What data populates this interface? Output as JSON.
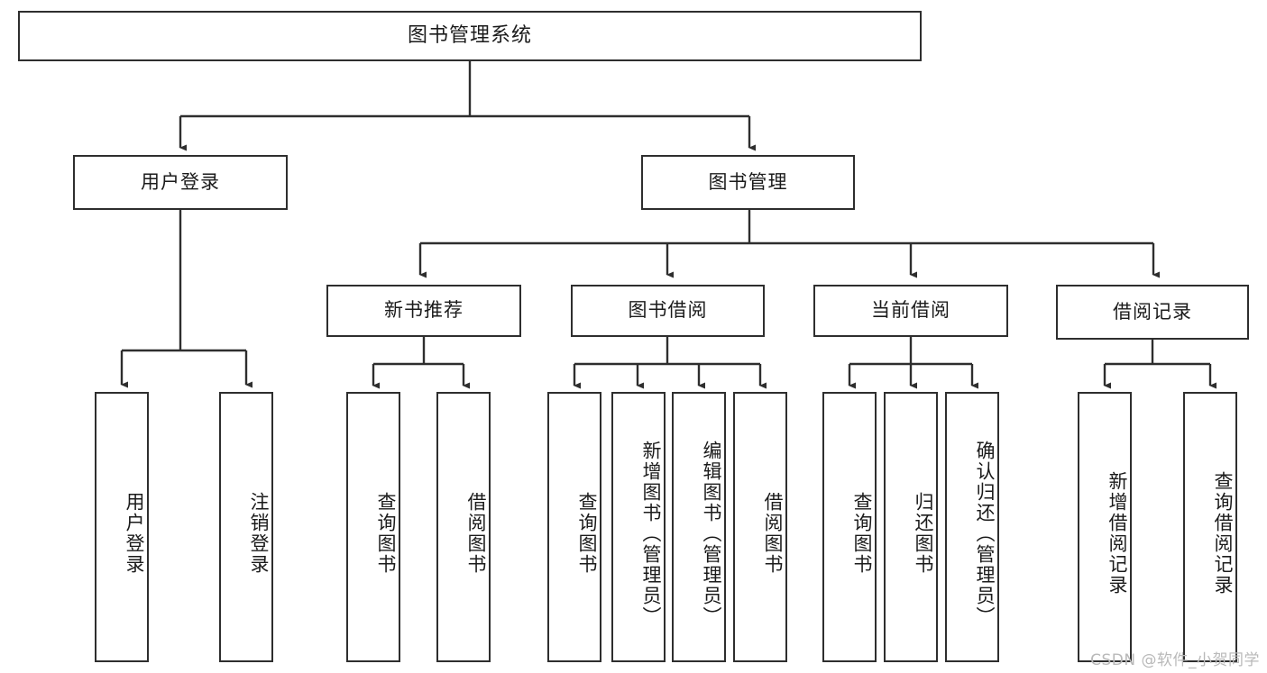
{
  "diagram": {
    "type": "tree-hierarchy",
    "title": "图书管理系统",
    "colors": {
      "stroke": "#2e2e2e",
      "fill": "#ffffff",
      "text": "#1b1b1b",
      "watermark": "#b9b9b9"
    },
    "nodes": {
      "root": {
        "label": "图书管理系统",
        "orientation": "horizontal",
        "level": 0
      },
      "l1": [
        {
          "label": "用户登录",
          "orientation": "horizontal",
          "level": 1
        },
        {
          "label": "图书管理",
          "orientation": "horizontal",
          "level": 1
        }
      ],
      "l2": [
        {
          "label": "新书推荐",
          "orientation": "horizontal",
          "level": 2
        },
        {
          "label": "图书借阅",
          "orientation": "horizontal",
          "level": 2
        },
        {
          "label": "当前借阅",
          "orientation": "horizontal",
          "level": 2
        },
        {
          "label": "借阅记录",
          "orientation": "horizontal",
          "level": 2
        }
      ],
      "leaves": {
        "user_login": [
          {
            "label": "用户登录",
            "orientation": "vertical"
          },
          {
            "label": "注销登录",
            "orientation": "vertical"
          }
        ],
        "new_book_rec": [
          {
            "label": "查询图书",
            "orientation": "vertical"
          },
          {
            "label": "借阅图书",
            "orientation": "vertical"
          }
        ],
        "book_borrow": [
          {
            "label": "查询图书",
            "orientation": "vertical"
          },
          {
            "label": "新增图书（管理员）",
            "orientation": "vertical"
          },
          {
            "label": "编辑图书（管理员）",
            "orientation": "vertical"
          },
          {
            "label": "借阅图书",
            "orientation": "vertical"
          }
        ],
        "current_borrow": [
          {
            "label": "查询图书",
            "orientation": "vertical"
          },
          {
            "label": "归还图书",
            "orientation": "vertical"
          },
          {
            "label": "确认归还（管理员）",
            "orientation": "vertical"
          }
        ],
        "borrow_record": [
          {
            "label": "新增借阅记录",
            "orientation": "vertical"
          },
          {
            "label": "查询借阅记录",
            "orientation": "vertical"
          }
        ]
      }
    },
    "watermark": "CSDN @软件_小贺同学"
  }
}
